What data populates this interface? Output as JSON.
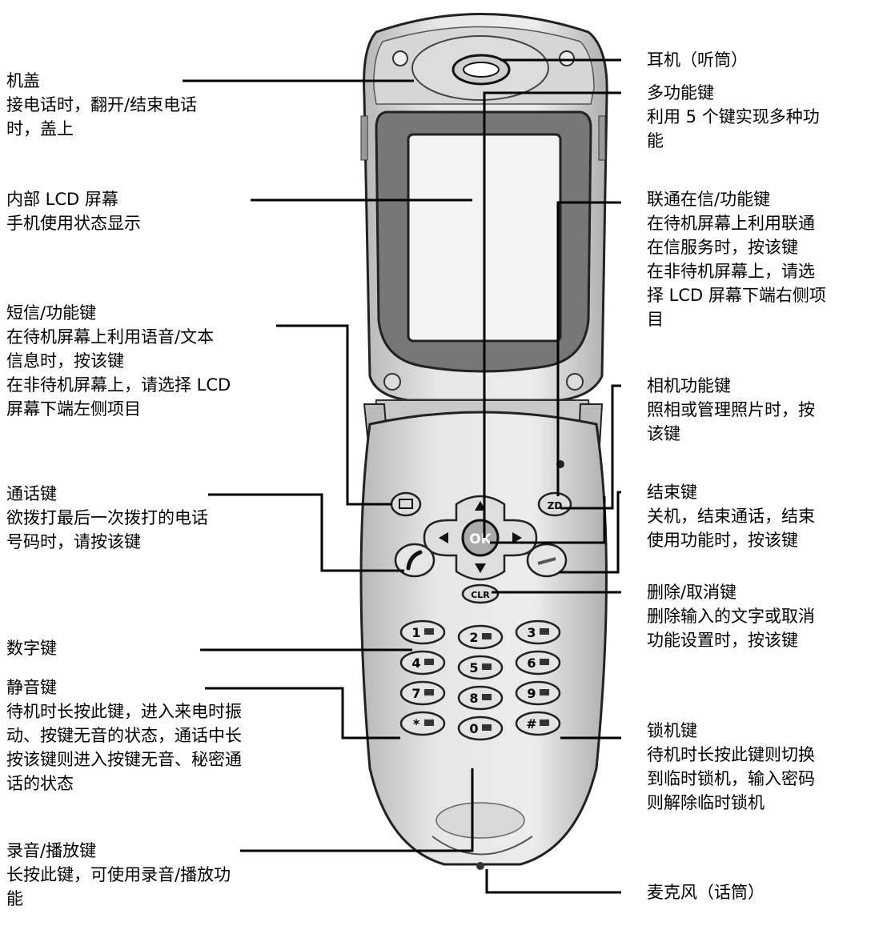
{
  "labels": {
    "flip": {
      "title": "机盖",
      "lines": [
        "接电话时，翻开/结束电话",
        "时，盖上"
      ]
    },
    "lcd": {
      "title": "内部 LCD 屏幕",
      "lines": [
        "手机使用状态显示"
      ]
    },
    "sms": {
      "title": "短信/功能键",
      "lines": [
        "在待机屏幕上利用语音/文本",
        "信息时，按该键",
        "在非待机屏幕上，请选择 LCD",
        "屏幕下端左侧项目"
      ]
    },
    "send": {
      "title": "通话键",
      "lines": [
        "欲拨打最后一次拨打的电话",
        "号码时，请按该键"
      ]
    },
    "numeric": {
      "title": "数字键",
      "lines": []
    },
    "mute": {
      "title": "静音键",
      "lines": [
        "待机时长按此键，进入来电时振",
        "动、按键无音的状态，通话中长",
        "按该键则进入按键无音、秘密通",
        "话的状态"
      ]
    },
    "record": {
      "title": "录音/播放键",
      "lines": [
        "长按此键，可使用录音/播放功",
        "能"
      ]
    },
    "earpiece": {
      "title": "耳机（听筒）",
      "lines": []
    },
    "multi": {
      "title": "多功能键",
      "lines": [
        "利用 5 个键实现多种功",
        "能"
      ]
    },
    "unicom": {
      "title": "联通在信/功能键",
      "lines": [
        "在待机屏幕上利用联通",
        "在信服务时，按该键",
        "在非待机屏幕上，请选",
        "择 LCD 屏幕下端右侧项",
        "目"
      ]
    },
    "camera": {
      "title": "相机功能键",
      "lines": [
        "照相或管理照片时，按",
        "该键"
      ]
    },
    "end": {
      "title": "结束键",
      "lines": [
        "关机，结束通话，结束",
        "使用功能时，按该键"
      ]
    },
    "clear": {
      "title": "删除/取消键",
      "lines": [
        "删除输入的文字或取消",
        "功能设置时，按该键"
      ]
    },
    "lock": {
      "title": "锁机键",
      "lines": [
        "待机时长按此键则切换",
        "到临时锁机，输入密码",
        "则解除临时锁机"
      ]
    },
    "mic": {
      "title": "麦克风（话筒）",
      "lines": []
    }
  },
  "keys": [
    "1",
    "2",
    "3",
    "4",
    "5",
    "6",
    "7",
    "8",
    "9",
    "*",
    "0",
    "#"
  ],
  "center_key": "OK",
  "clr_key": "CLR"
}
